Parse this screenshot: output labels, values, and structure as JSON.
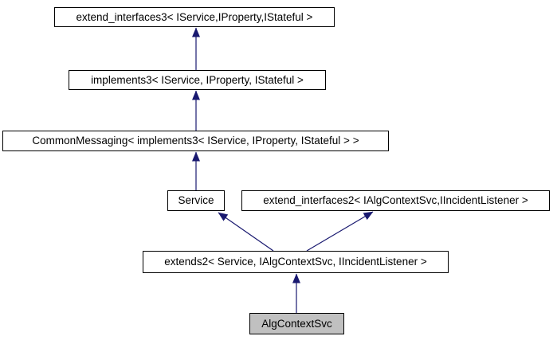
{
  "diagram": {
    "type": "class-inheritance-graph",
    "colors": {
      "edge": "#191970",
      "node_border": "#000000",
      "node_fill": "#ffffff",
      "highlight_fill": "#c0c0c0",
      "text": "#000000"
    },
    "nodes": [
      {
        "id": "extend_interfaces3",
        "label": "extend_interfaces3< IService,IProperty,IStateful >",
        "highlighted": false
      },
      {
        "id": "implements3",
        "label": "implements3< IService, IProperty, IStateful >",
        "highlighted": false
      },
      {
        "id": "CommonMessaging",
        "label": "CommonMessaging< implements3< IService, IProperty, IStateful > >",
        "highlighted": false
      },
      {
        "id": "Service",
        "label": "Service",
        "highlighted": false
      },
      {
        "id": "extend_interfaces2",
        "label": "extend_interfaces2< IAlgContextSvc,IIncidentListener >",
        "highlighted": false
      },
      {
        "id": "extends2",
        "label": "extends2< Service, IAlgContextSvc, IIncidentListener >",
        "highlighted": false
      },
      {
        "id": "AlgContextSvc",
        "label": "AlgContextSvc",
        "highlighted": true
      }
    ],
    "edges": [
      {
        "from": "implements3",
        "to": "extend_interfaces3"
      },
      {
        "from": "CommonMessaging",
        "to": "implements3"
      },
      {
        "from": "Service",
        "to": "CommonMessaging"
      },
      {
        "from": "extends2",
        "to": "Service"
      },
      {
        "from": "extends2",
        "to": "extend_interfaces2"
      },
      {
        "from": "AlgContextSvc",
        "to": "extends2"
      }
    ]
  }
}
